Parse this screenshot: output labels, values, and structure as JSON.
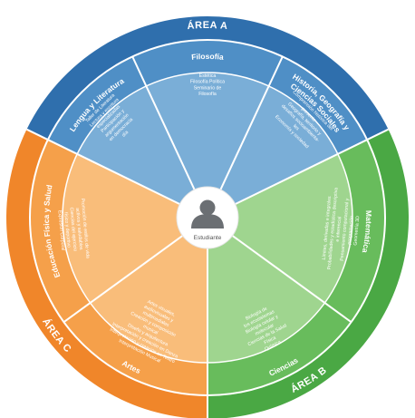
{
  "colors": {
    "area_a_outer": "#2f6fad",
    "area_a_subject": "#4f8fc6",
    "area_a_inner": "#7aaed7",
    "area_b_outer": "#4aa844",
    "area_b_subject": "#68bc5c",
    "area_b_inner": "#9fd58f",
    "area_c_outer": "#f0862a",
    "area_c_subject": "#f5a04a",
    "area_c_inner": "#f9bd7a",
    "divider": "#ffffff",
    "center_circle": "#ffffff",
    "icon": "#6b6f73"
  },
  "areas": [
    {
      "id": "a",
      "label": "ÁREA A"
    },
    {
      "id": "b",
      "label": "ÁREA B"
    },
    {
      "id": "c",
      "label": "ÁREA C"
    }
  ],
  "subjects": [
    {
      "id": "filosofia",
      "area": "a",
      "title_lines": [
        "Filosofía"
      ],
      "courses": [
        "Estética",
        "Filosofía Política",
        "Seminario de",
        "Filosofía"
      ]
    },
    {
      "id": "historia",
      "area": "a",
      "title_lines": [
        "Historia, Geografía y",
        "Ciencias Sociales"
      ],
      "courses": [
        "Comprensión histórica del",
        "presente",
        "Geografía, territorio y",
        "desafíos socioambienta-",
        "les",
        "Economía y sociedad"
      ]
    },
    {
      "id": "matematica",
      "area": "b",
      "title_lines": [
        "Matemática"
      ],
      "courses": [
        "Límites, derivadas e integrales",
        "Probabilidades y estadística descriptiva",
        "e inferencial",
        "Pensamiento computacional y",
        "programación",
        "Geometría 3D"
      ]
    },
    {
      "id": "ciencias",
      "area": "b",
      "title_lines": [
        "Ciencias"
      ],
      "courses": [
        "Biología de",
        "los ecosistemas",
        "Biología celular y",
        "molecular",
        "Ciencias de la Salud",
        "Física",
        "Química"
      ]
    },
    {
      "id": "artes",
      "area": "c",
      "title_lines": [
        "Artes"
      ],
      "courses": [
        "Artes visuales,",
        "audiovisuales y",
        "multimediales",
        "Creación y composición",
        "musical",
        "Diseño y arquitectura",
        "Interpretación y creación en Danza",
        "Interpretación y creación en Teatro",
        "Interpretación Musical"
      ]
    },
    {
      "id": "educacion_fisica",
      "area": "c",
      "title_lines": [
        "Educación Física y Salud"
      ],
      "courses": [
        "Promoción de estilos de vida",
        "activos y saludables",
        "Ciencias del ejercicio",
        "físico y deportivo",
        "Expresión Corporal"
      ]
    },
    {
      "id": "lengua",
      "area": "a",
      "title_lines": [
        "Lengua y Literatura"
      ],
      "courses": [
        "Taller de Literatura",
        "Lectura y escritura",
        "especializadas",
        "Participación y",
        "argumentación",
        "en democracia",
        "día"
      ]
    }
  ],
  "center": {
    "label": "Estudiante",
    "icon": "person-icon"
  }
}
